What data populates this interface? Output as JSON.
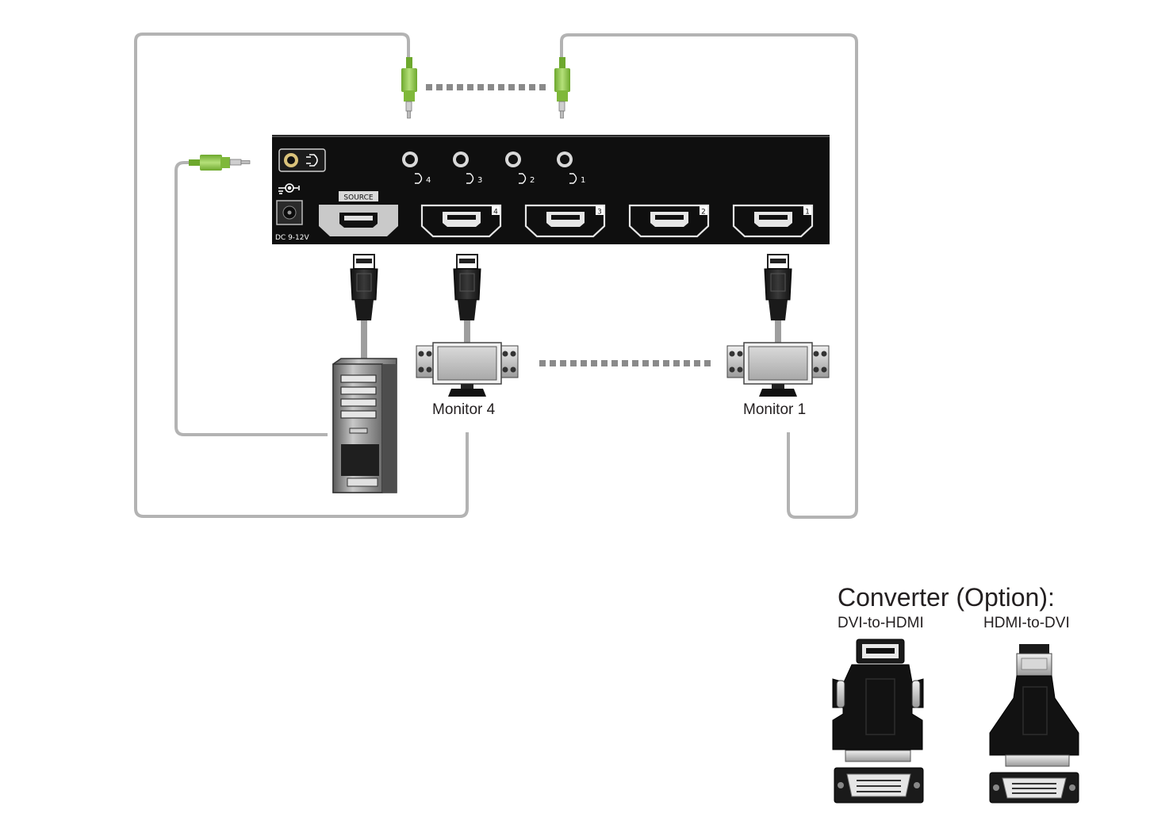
{
  "panel": {
    "source_label": "SOURCE",
    "power_label": "DC 9-12V",
    "audio_out_labels": [
      "4",
      "3",
      "2",
      "1"
    ],
    "hdmi_out_numbers": [
      "4",
      "3",
      "2",
      "1"
    ]
  },
  "monitors": [
    {
      "label": "Monitor 4"
    },
    {
      "label": "Monitor 1"
    }
  ],
  "converter": {
    "title": "Converter (Option):",
    "items": [
      {
        "label": "DVI-to-HDMI"
      },
      {
        "label": "HDMI-to-DVI"
      }
    ]
  },
  "colors": {
    "cable": "#b3b3b3",
    "panel": "#0f0f0f",
    "audio_plug": "#8dc63f",
    "text": "#231f20"
  },
  "icons": [
    "audio-jack-icon",
    "hdmi-port-icon",
    "hdmi-plug-icon",
    "power-jack-icon",
    "pc-tower-icon",
    "monitor-icon",
    "dvi-adapter-icon"
  ]
}
